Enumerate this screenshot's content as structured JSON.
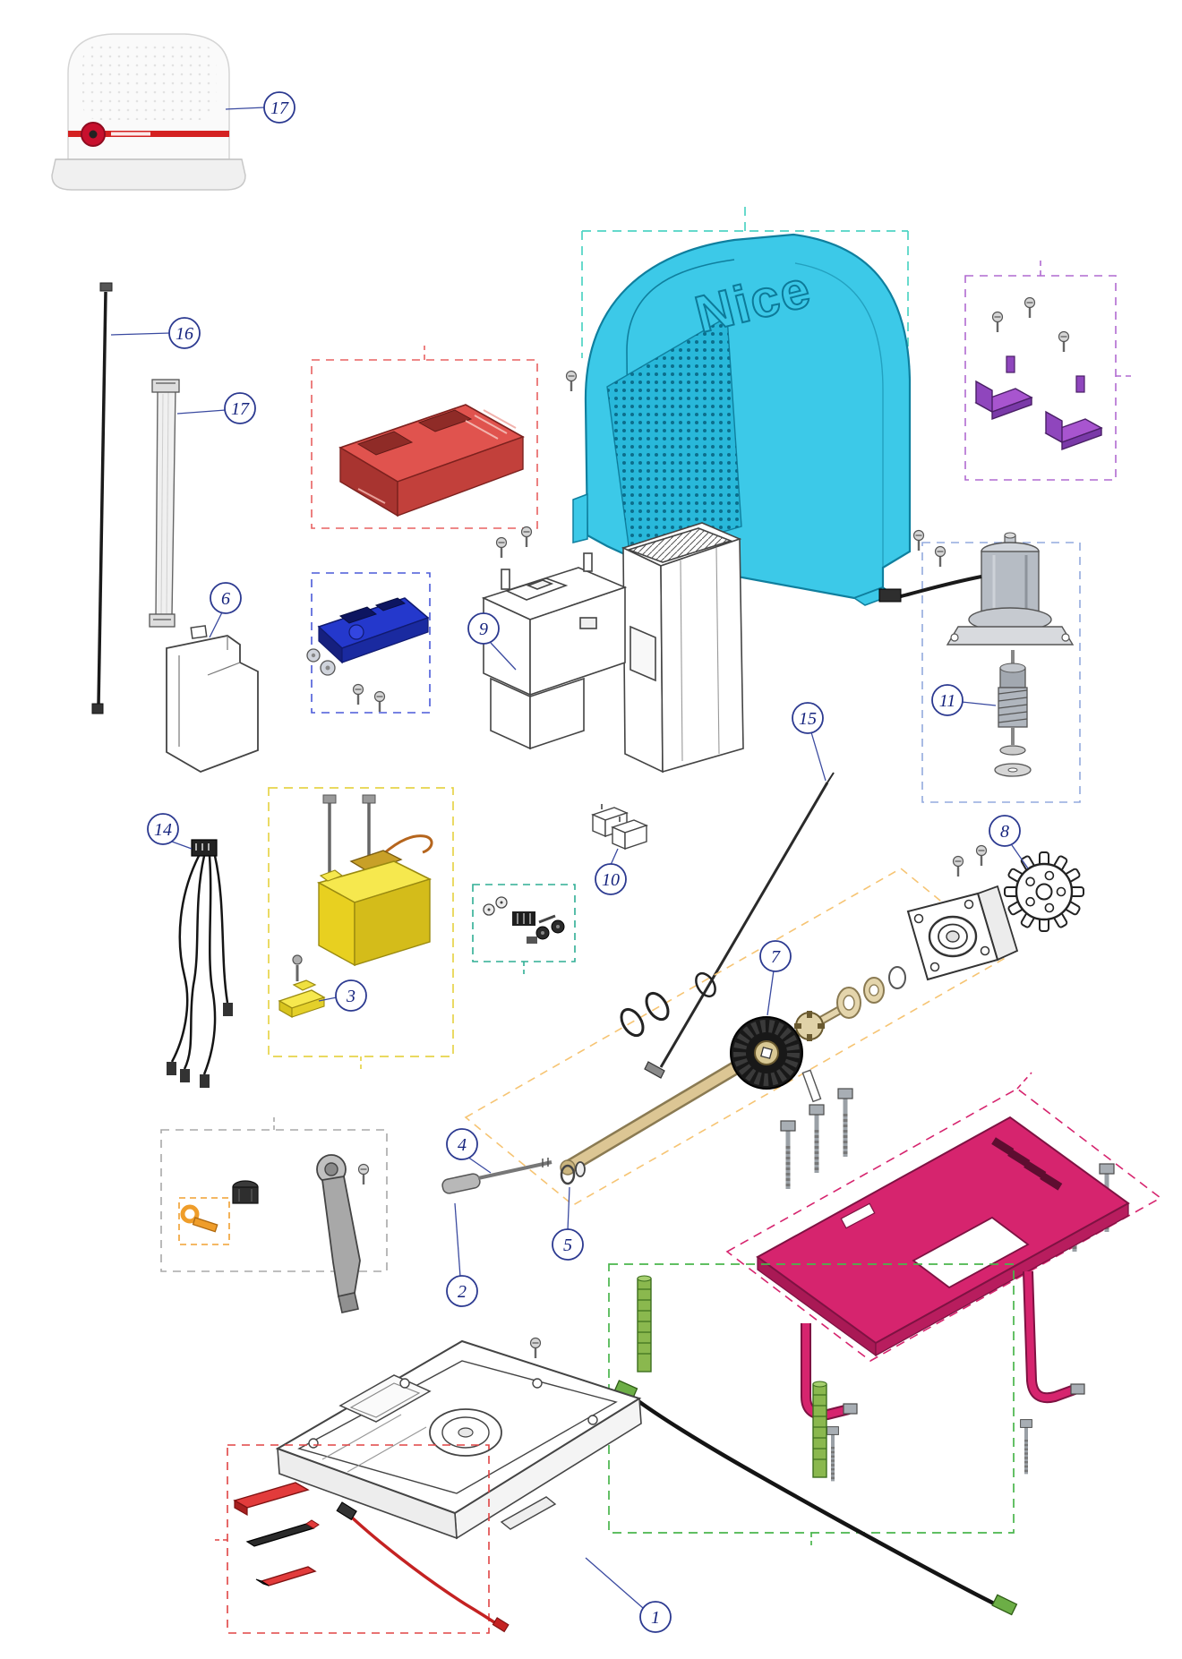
{
  "brand": {
    "logo_text": "Nice"
  },
  "callouts": [
    {
      "id": "callout-17-cover-photo",
      "label": "17"
    },
    {
      "id": "callout-16-rod",
      "label": "16"
    },
    {
      "id": "callout-17-ribbon-cable",
      "label": "17"
    },
    {
      "id": "callout-6-bracket",
      "label": "6"
    },
    {
      "id": "callout-9-gearmotor-body",
      "label": "9"
    },
    {
      "id": "callout-15-rod",
      "label": "15"
    },
    {
      "id": "callout-11-worm-gear",
      "label": "11"
    },
    {
      "id": "callout-8-pinion-gear",
      "label": "8"
    },
    {
      "id": "callout-14-wiring",
      "label": "14"
    },
    {
      "id": "callout-10-connector",
      "label": "10"
    },
    {
      "id": "callout-3-terminal",
      "label": "3"
    },
    {
      "id": "callout-7-drive-shaft",
      "label": "7"
    },
    {
      "id": "callout-4-release-rod",
      "label": "4"
    },
    {
      "id": "callout-5-washer",
      "label": "5"
    },
    {
      "id": "callout-2-release-lever",
      "label": "2"
    },
    {
      "id": "callout-1-base-chassis",
      "label": "1"
    }
  ],
  "colors": {
    "cover_cyan": "#3cc9e8",
    "control_board_red": "#e0534e",
    "pcb_blue": "#2438cc",
    "transformer_yellow": "#f6e84e",
    "bracket_purple": "#a855cf",
    "plate_crimson": "#d6246e",
    "post_green": "#8ab84e",
    "release_key_orange": "#ef9d2a",
    "callout_blue": "#2b3990",
    "photo_stripe_red": "#d42222"
  }
}
